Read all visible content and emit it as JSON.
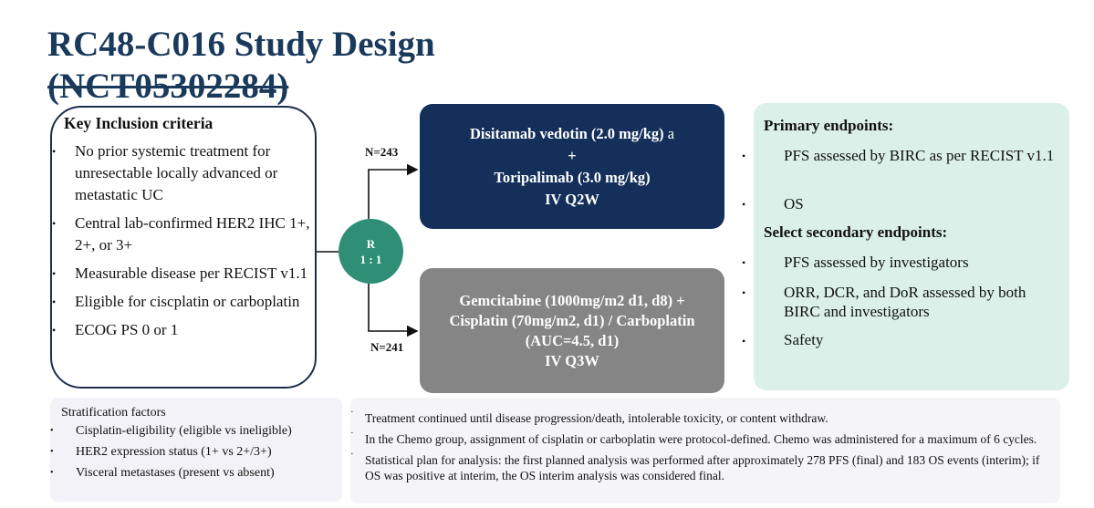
{
  "title": {
    "line1": "RC48-C016 Study Design",
    "line2": "(NCT05302284)"
  },
  "inclusion": {
    "heading": "Key Inclusion criteria",
    "items": [
      "No prior systemic treatment for unresectable locally advanced or metastatic UC",
      "Central lab-confirmed HER2 IHC 1+, 2+, or 3+",
      "Measurable disease per RECIST v1.1",
      "Eligible for ciscplatin or carboplatin",
      "ECOG PS 0 or 1"
    ]
  },
  "randomization": {
    "letter": "R",
    "ratio": "1 : 1"
  },
  "arms": [
    {
      "n": "N=243",
      "drug1": "Disitamab vedotin (2.0 mg/kg)",
      "drug1_suffix": " a",
      "plus": "+",
      "drug2": "Toripalimab (3.0 mg/kg)",
      "schedule": "IV Q2W"
    },
    {
      "n": "N=241",
      "line1": "Gemcitabine (1000mg/m2 d1, d8) +",
      "line2": "Cisplatin (70mg/m2, d1) / Carboplatin",
      "line3": "(AUC=4.5, d1)",
      "schedule": "IV Q3W"
    }
  ],
  "endpoints": {
    "primary_heading": "Primary endpoints:",
    "primary": [
      "PFS assessed by BIRC as per RECIST v1.1",
      "OS"
    ],
    "secondary_heading": "Select secondary endpoints:",
    "secondary": [
      "PFS assessed by investigators",
      "ORR, DCR, and DoR assessed by both BIRC and investigators",
      "Safety"
    ]
  },
  "stratification": {
    "heading": "Stratification factors",
    "items": [
      "Cisplatin-eligibility (eligible vs ineligible)",
      "HER2 expression status (1+ vs 2+/3+)",
      "Visceral metastases (present vs absent)"
    ]
  },
  "notes": [
    "Treatment continued until disease progression/death, intolerable toxicity, or content withdraw.",
    "In the Chemo group, assignment of cisplatin or carboplatin were protocol-defined. Chemo was administered for a maximum of 6 cycles.",
    "Statistical plan for analysis: the first planned analysis was performed after approximately 278 PFS (final) and 183 OS events (interim); if OS was positive at interim, the OS interim analysis was considered final."
  ],
  "colors": {
    "title": "#1a3a5c",
    "arm1": "#14305a",
    "arm2": "#858585",
    "randomization": "#2e8f76",
    "endpoints_bg": "#daf0e8",
    "info_bg": "#f2f2f8"
  }
}
